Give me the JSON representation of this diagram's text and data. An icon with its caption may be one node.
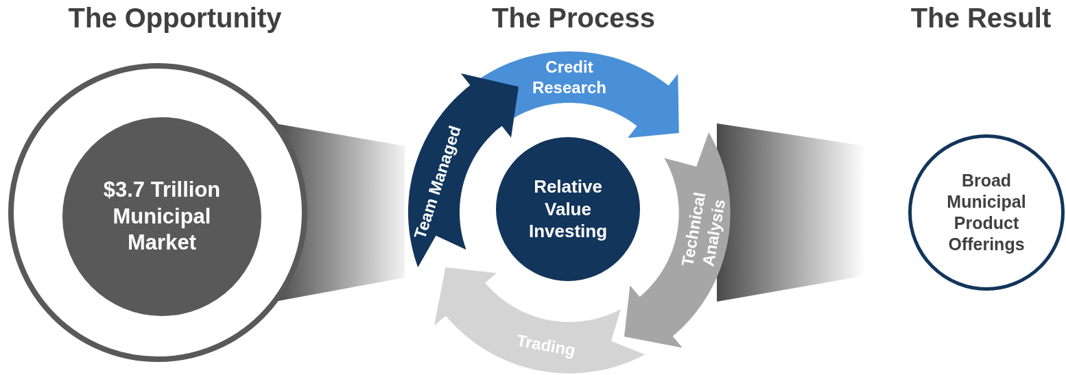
{
  "diagram": {
    "nodes": [
      {
        "text": [],
        "shape": "circle"
      },
      {
        "text": [
          "$3.7 Trillion Municipal Market"
        ],
        "in": 0
      },
      {
        "text": [
          "Credit Research"
        ]
      },
      {
        "text": [
          "Technical Analysis"
        ]
      },
      {
        "text": [
          "Trading"
        ]
      },
      {
        "text": [
          "Team Managed"
        ]
      },
      {
        "text": [
          "Relative Value Investing"
        ]
      },
      {
        "text": [
          "Broad Municipal Product Offerings"
        ]
      },
      {
        "text": [],
        "shape": "band"
      },
      {
        "text": [],
        "shape": "band"
      }
    ],
    "labels": [
      "The Opportunity",
      "The Process",
      "The Result"
    ]
  }
}
